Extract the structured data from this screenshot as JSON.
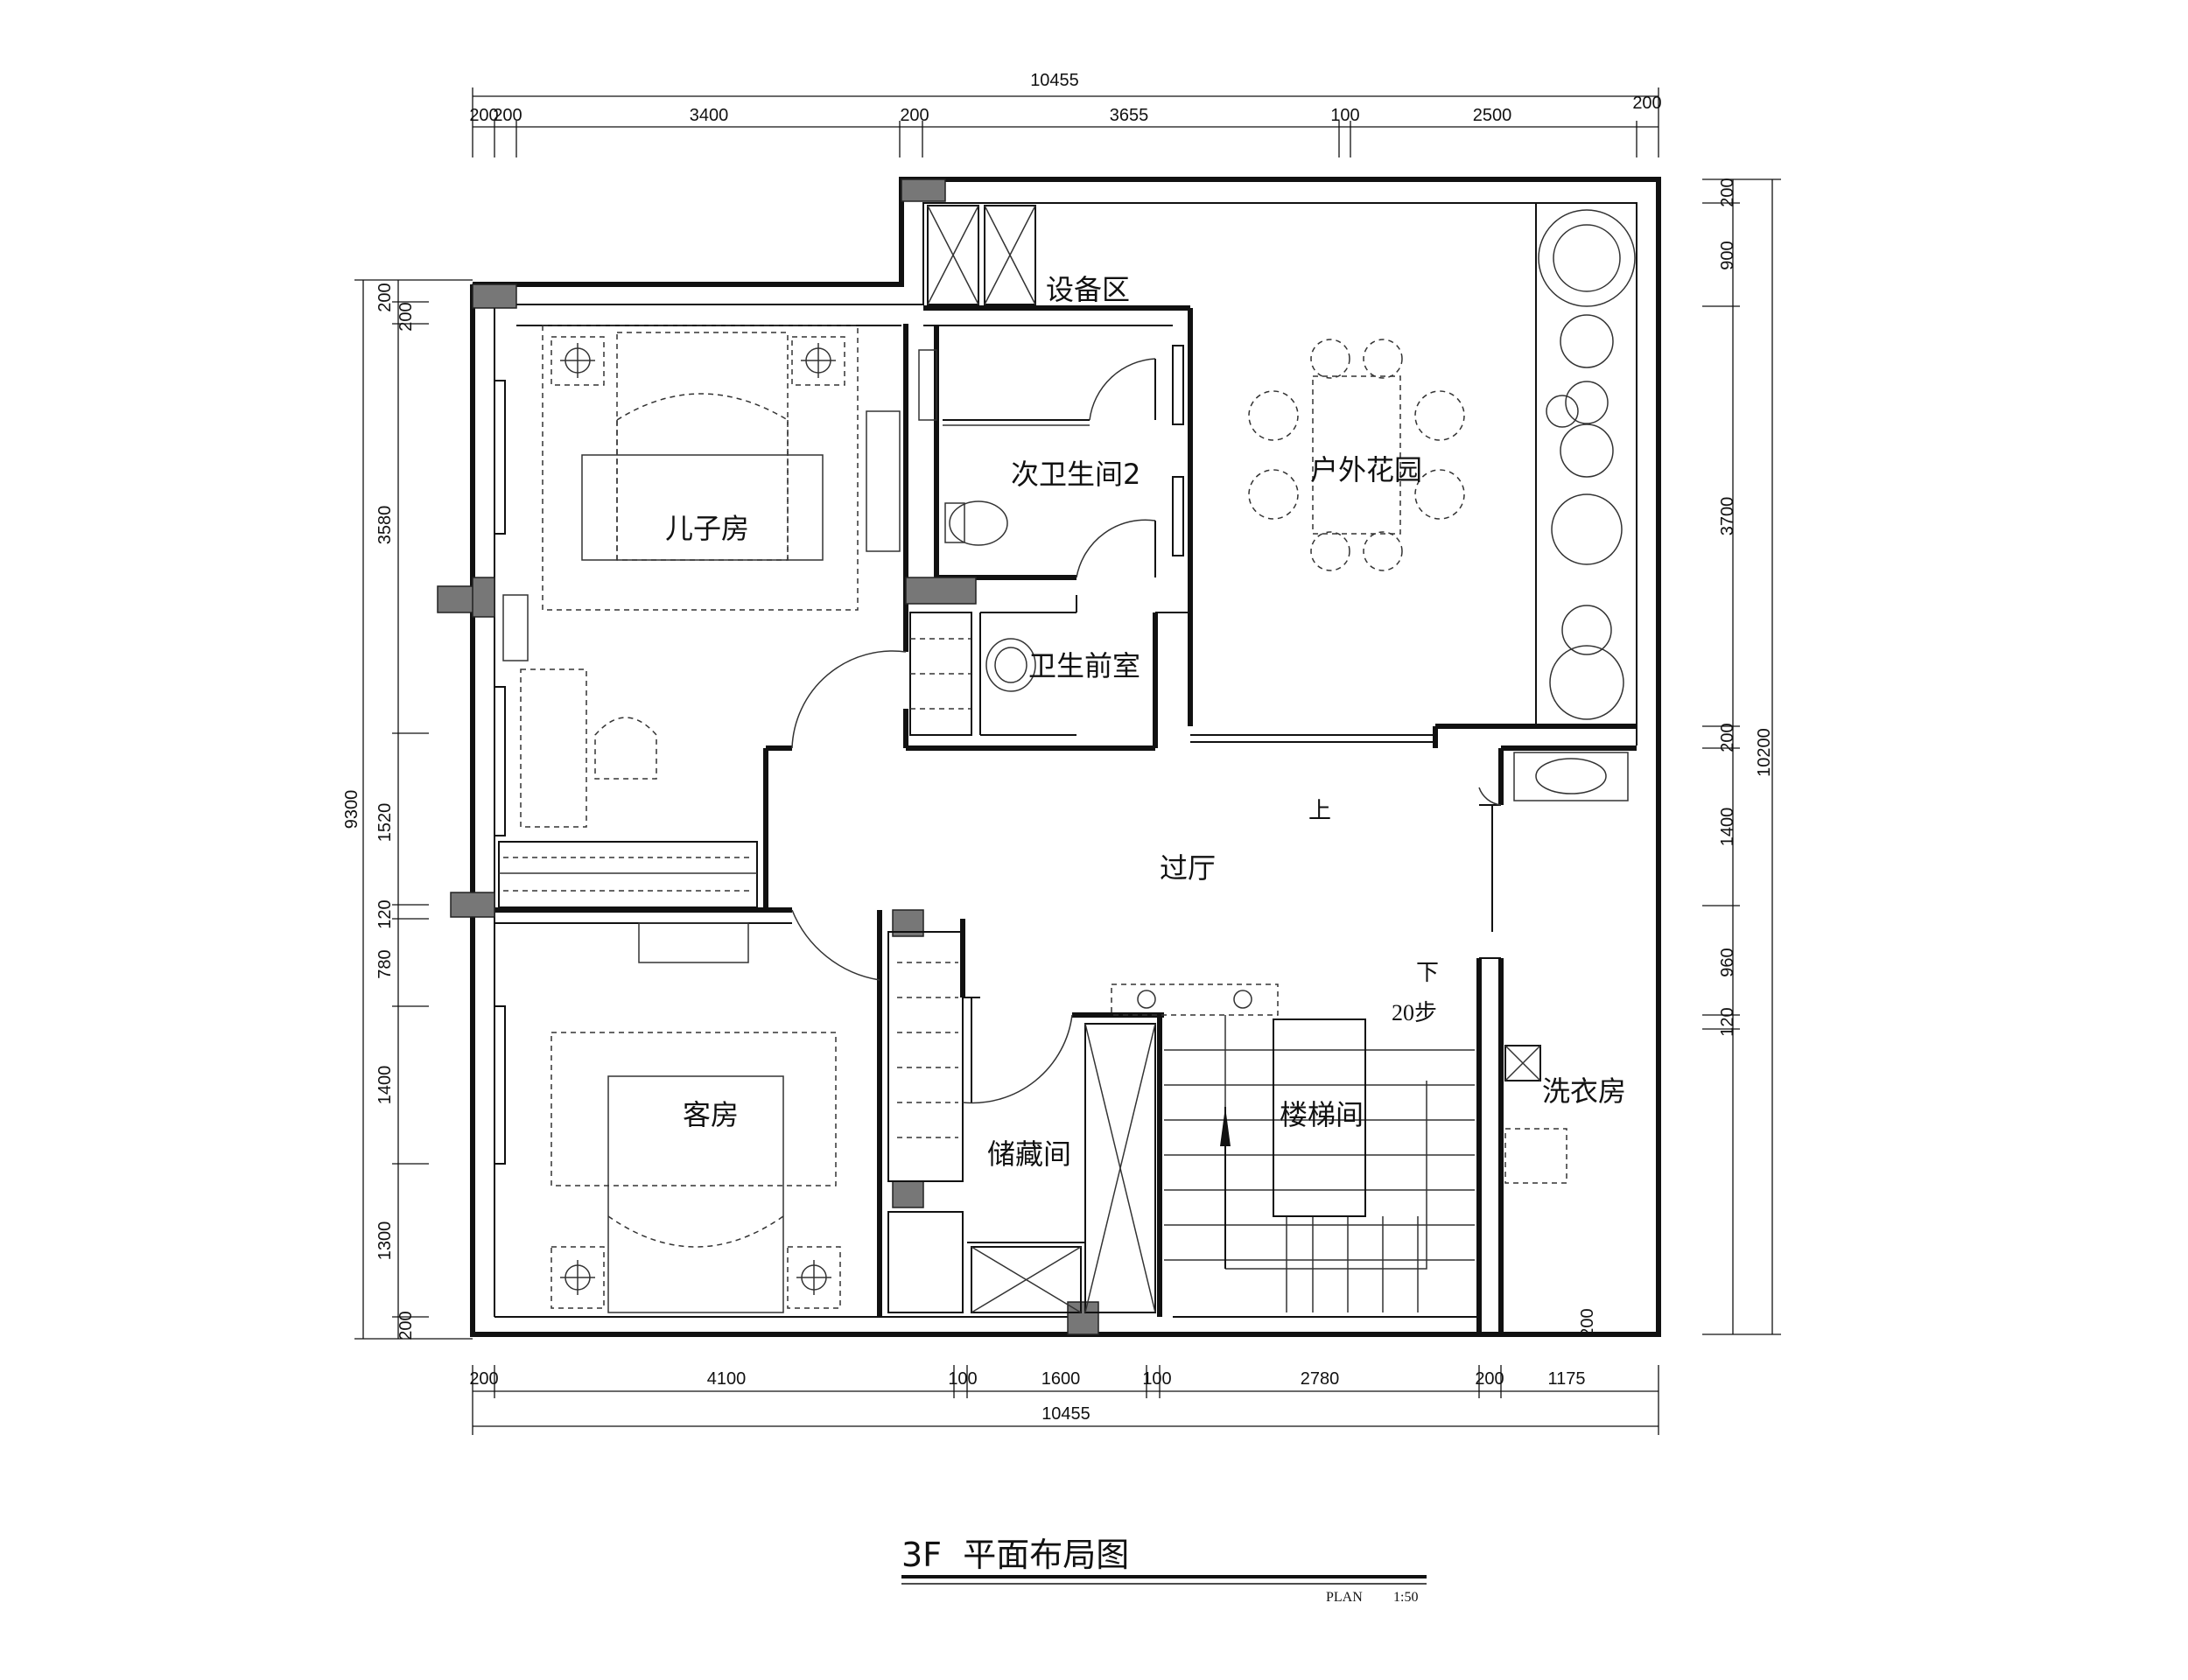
{
  "plan_title": "3F  平面布局图",
  "plan_scale_label": "PLAN",
  "plan_scale": "1:50",
  "rooms": {
    "equipment": "设备区",
    "son_room": "儿子房",
    "bathroom2": "次卫生间2",
    "garden": "户外花园",
    "bath_front": "卫生前室",
    "hall": "过厅",
    "guest_room": "客房",
    "storage": "储藏间",
    "stair": "楼梯间",
    "laundry": "洗衣房"
  },
  "stair_labels": {
    "up": "上",
    "down": "下",
    "steps": "20步"
  },
  "dims_top": {
    "total": "10455",
    "segments": [
      "200",
      "200",
      "3400",
      "200",
      "3655",
      "100",
      "2500",
      "200"
    ]
  },
  "dims_bottom": {
    "total": "10455",
    "segments": [
      "200",
      "4100",
      "100",
      "1600",
      "100",
      "2780",
      "200",
      "1175"
    ]
  },
  "dims_left": {
    "total": "9300",
    "segments": [
      "200",
      "200",
      "3580",
      "1520",
      "120",
      "780",
      "1400",
      "1300",
      "200"
    ]
  },
  "dims_right": {
    "total": "10200",
    "segments": [
      "200",
      "900",
      "3700",
      "200",
      "1400",
      "960",
      "120",
      "200"
    ]
  }
}
